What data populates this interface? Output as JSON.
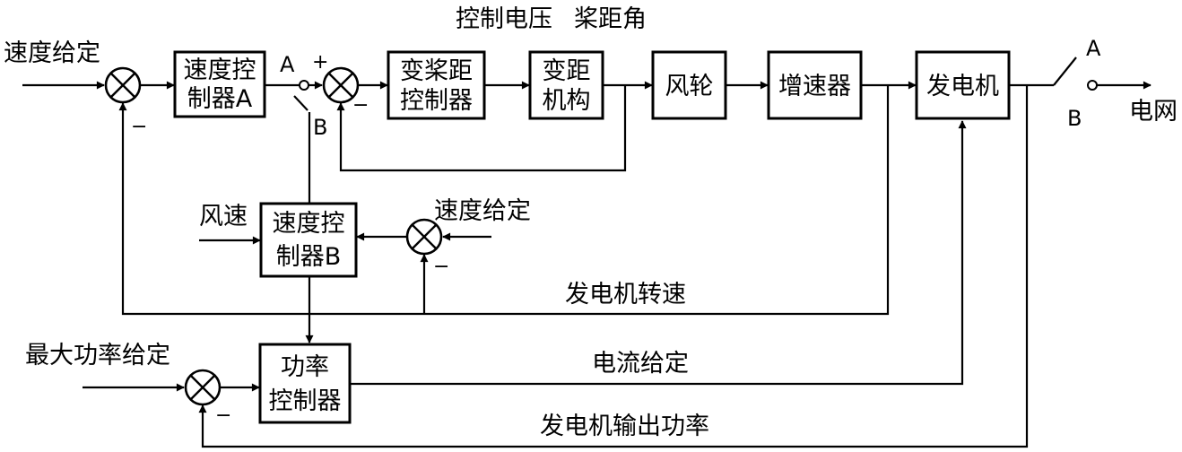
{
  "title": {
    "line1": "控制电压",
    "line2": "桨距角"
  },
  "blocks": {
    "speed_ctrl_a": [
      "速度控",
      "制器A"
    ],
    "pitch_ctrl": [
      "变桨距",
      "控制器"
    ],
    "pitch_mech": [
      "变距",
      "机构"
    ],
    "rotor": [
      "风轮"
    ],
    "gearbox": [
      "增速器"
    ],
    "generator": [
      "发电机"
    ],
    "speed_ctrl_b": [
      "速度控",
      "制器B"
    ],
    "power_ctrl": [
      "功率",
      "控制器"
    ]
  },
  "labels": {
    "speed_ref_main": "速度给定",
    "speed_ref_b": "速度给定",
    "wind_speed": "风速",
    "gen_speed": "发电机转速",
    "max_power_ref": "最大功率给定",
    "current_ref": "电流给定",
    "gen_output_power": "发电机输出功率",
    "grid": "电网"
  },
  "switches": {
    "switch1_a": "A",
    "switch1_b": "B",
    "switch2_a": "A",
    "switch2_b": "B"
  },
  "signs": {
    "plus": "+",
    "minus": "−"
  }
}
